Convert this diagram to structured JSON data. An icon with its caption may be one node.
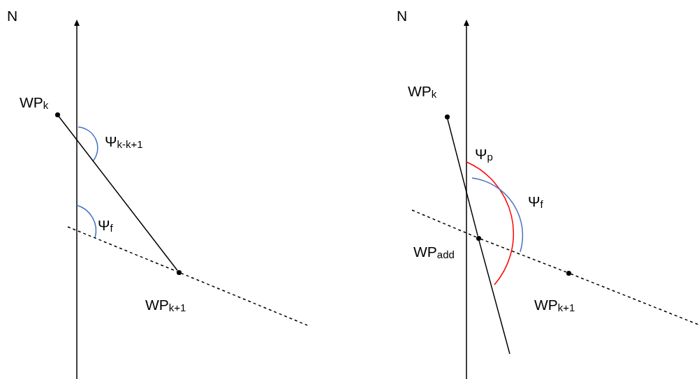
{
  "diagram": {
    "nodes": [
      {
        "text": [],
        "shape": "circle",
        "beside": [
          "WP$_{k}$"
        ]
      },
      {
        "text": [],
        "shape": "circle",
        "beside": [
          "WP$_{k+1}$"
        ]
      },
      {
        "text": [],
        "shape": "circle",
        "beside": [
          "WP$_{k}$"
        ]
      },
      {
        "text": [],
        "shape": "circle",
        "beside": [
          "WP$_{add}$"
        ]
      },
      {
        "text": [],
        "shape": "circle",
        "beside": [
          "WP$_{k+1}$"
        ]
      }
    ],
    "edges": [
      {
        "from": 0,
        "to": 1,
        "arrow": "none"
      },
      {
        "from": null,
        "to": 1,
        "arrow": "none",
        "style": "dashed"
      },
      {
        "from": 1,
        "to": null,
        "arrow": "none",
        "style": "dashed"
      },
      {
        "from": 2,
        "to": 3,
        "arrow": "none"
      },
      {
        "from": 3,
        "to": null,
        "arrow": "none"
      },
      {
        "from": null,
        "to": 3,
        "arrow": "none",
        "style": "dashed"
      },
      {
        "from": 3,
        "to": 4,
        "arrow": "none",
        "style": "dashed"
      },
      {
        "from": 4,
        "to": null,
        "arrow": "none",
        "style": "dashed"
      }
    ],
    "labels": [
      "N",
      "Ψ$_{k-k+1}$",
      "Ψ$_{f}$",
      "N",
      "Ψ$_{p}$",
      "Ψ$_{f}$"
    ]
  }
}
